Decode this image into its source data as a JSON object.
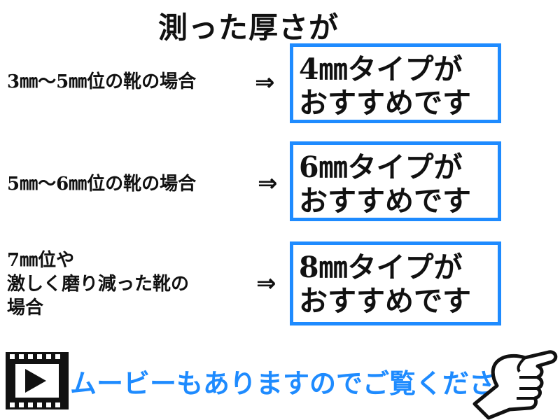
{
  "title": "測った厚さが",
  "rows": [
    {
      "condition": "3㎜～5㎜位の靴の場合",
      "arrow": "⇒",
      "recommendation": "4㎜タイプが\nおすすめです"
    },
    {
      "condition": "5㎜～6㎜位の靴の場合",
      "arrow": "⇒",
      "recommendation": "6㎜タイプが\nおすすめです"
    },
    {
      "condition": "7㎜位や\n激しく磨り減った靴の\n場合",
      "arrow": "⇒",
      "recommendation": "8㎜タイプが\nおすすめです"
    }
  ],
  "footer": {
    "icon": "film-play-icon",
    "text": "ムービーもありますのでご覧ください",
    "pointer_icon": "pointing-hand-icon"
  },
  "colors": {
    "accent": "#1e8bff",
    "text": "#111111"
  }
}
